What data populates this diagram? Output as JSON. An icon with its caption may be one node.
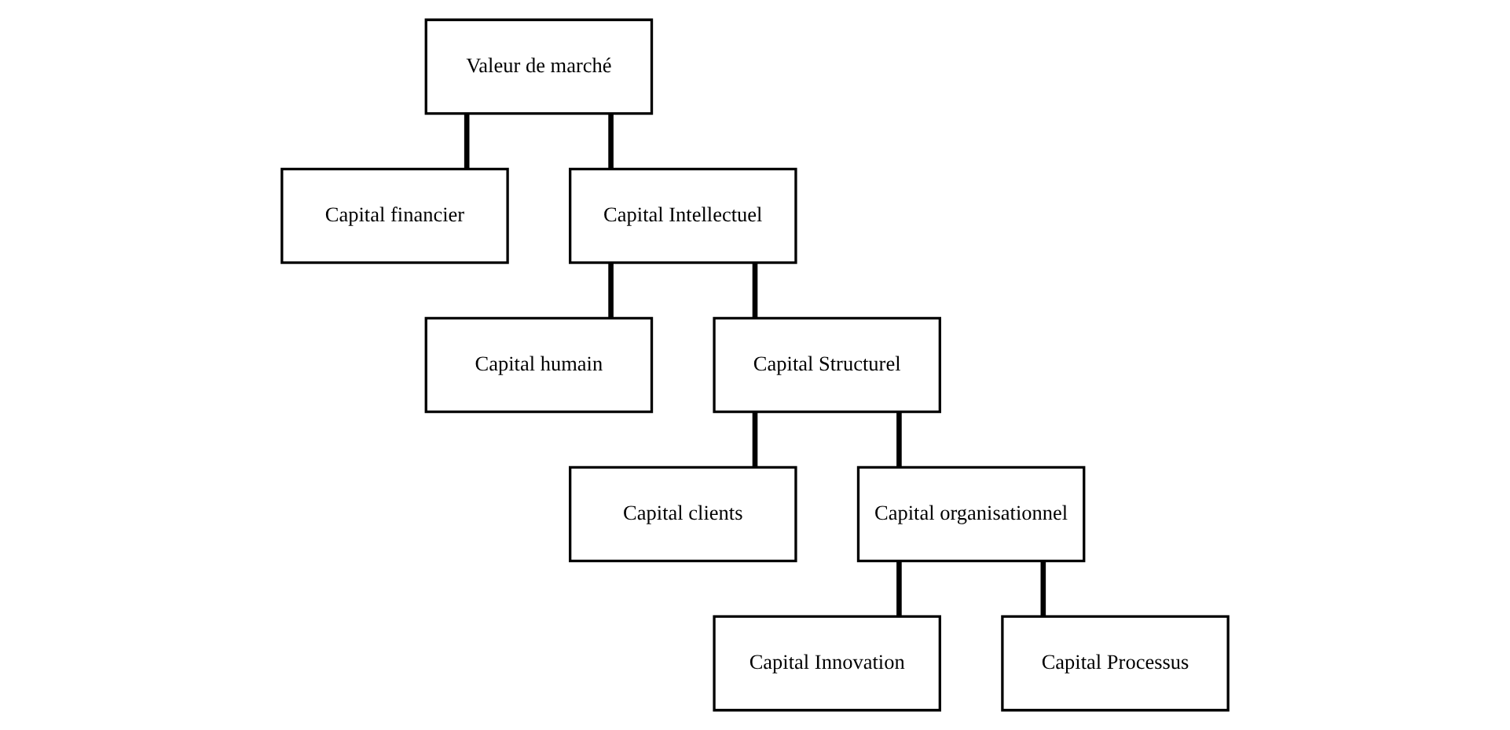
{
  "diagram": {
    "nodes": [
      {
        "text": [
          "Valeur de marché"
        ]
      },
      {
        "text": [
          "Capital financier"
        ]
      },
      {
        "text": [
          "Capital Intellectuel"
        ]
      },
      {
        "text": [
          "Capital humain"
        ]
      },
      {
        "text": [
          "Capital Structurel"
        ]
      },
      {
        "text": [
          "Capital clients"
        ]
      },
      {
        "text": [
          "Capital organisationnel"
        ]
      },
      {
        "text": [
          "Capital Innovation"
        ]
      },
      {
        "text": [
          "Capital Processus"
        ]
      }
    ],
    "edges": [
      {
        "from": 0,
        "to": 1,
        "arrow": "none"
      },
      {
        "from": 0,
        "to": 2,
        "arrow": "none"
      },
      {
        "from": 2,
        "to": 3,
        "arrow": "none"
      },
      {
        "from": 2,
        "to": 4,
        "arrow": "none"
      },
      {
        "from": 4,
        "to": 5,
        "arrow": "none"
      },
      {
        "from": 4,
        "to": 6,
        "arrow": "none"
      },
      {
        "from": 6,
        "to": 7,
        "arrow": "none"
      },
      {
        "from": 6,
        "to": 8,
        "arrow": "none"
      }
    ]
  }
}
